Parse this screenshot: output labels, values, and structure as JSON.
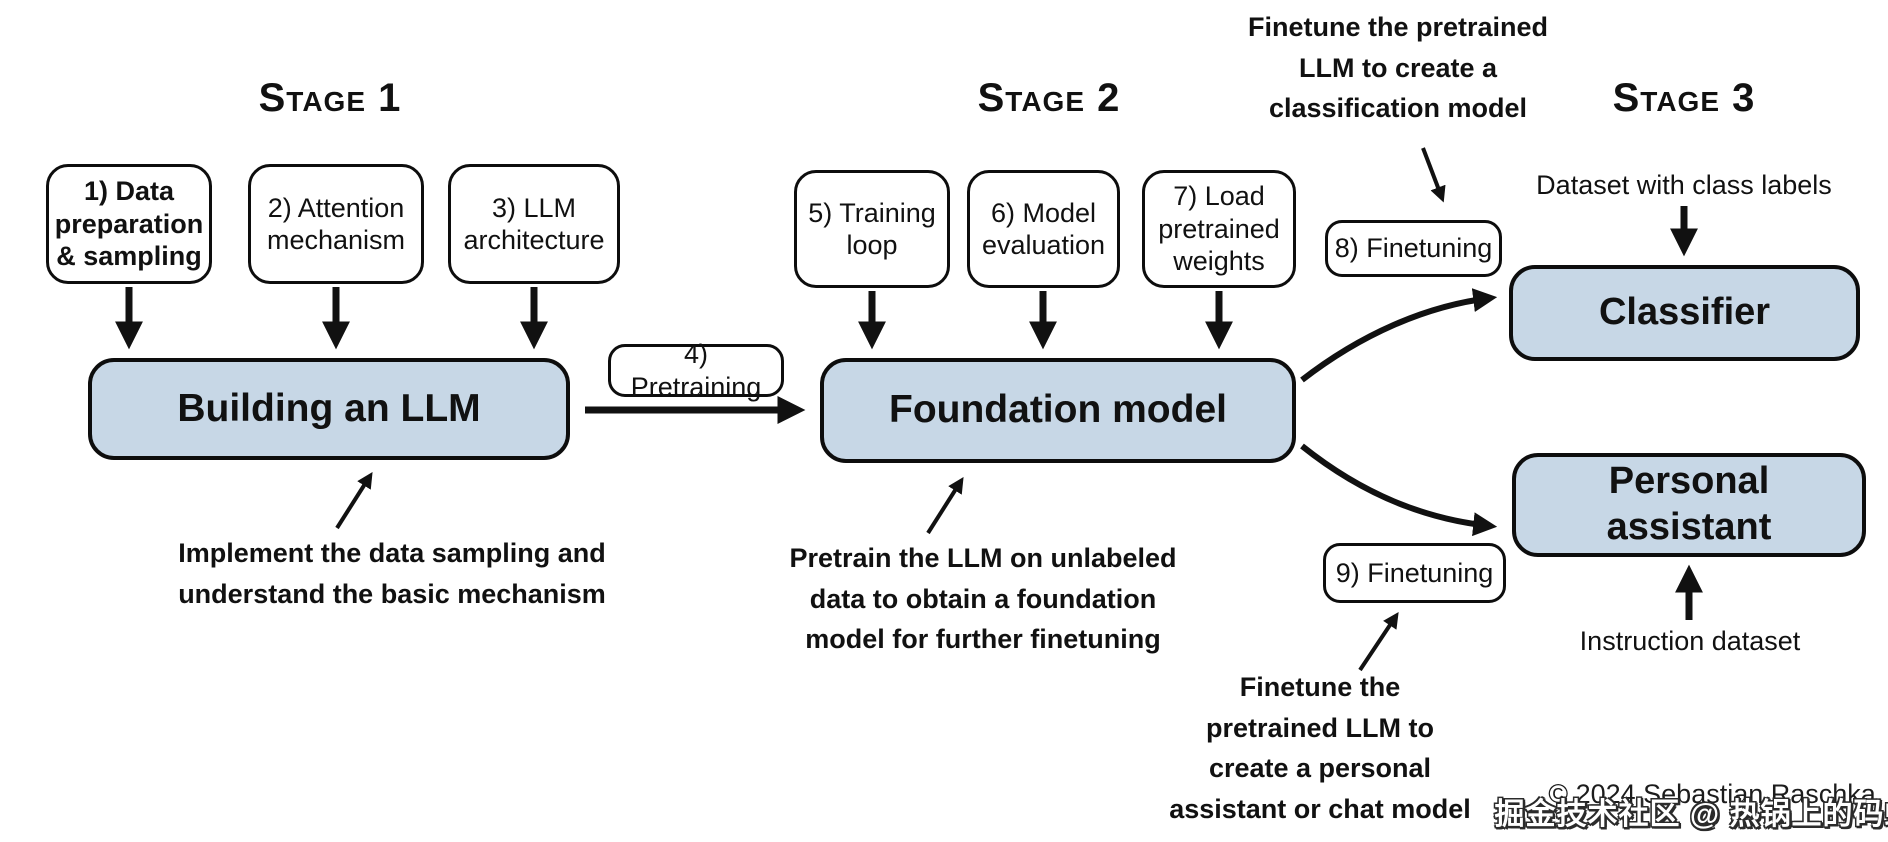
{
  "stage1": {
    "title": "Stage 1",
    "box1": "1) Data\npreparation\n& sampling",
    "box2": "2) Attention\nmechanism",
    "box3": "3) LLM\narchitecture",
    "main_box": "Building an LLM",
    "annotation": "Implement the data sampling and\nunderstand the basic mechanism"
  },
  "pretraining": {
    "box": "4) Pretraining"
  },
  "stage2": {
    "title": "Stage 2",
    "box5": "5) Training\nloop",
    "box6": "6) Model\nevaluation",
    "box7": "7) Load\npretrained\nweights",
    "main_box": "Foundation model",
    "annotation": "Pretrain the LLM on unlabeled\ndata to obtain a foundation\nmodel for further finetuning"
  },
  "stage3": {
    "title": "Stage 3",
    "classifier_annotation": "Finetune the pretrained\nLLM to create a\nclassification model",
    "finetuning8_box": "8) Finetuning",
    "finetuning9_box": "9) Finetuning",
    "dataset_label": "Dataset with class labels",
    "classifier_box": "Classifier",
    "assistant_box": "Personal assistant",
    "instruction_label": "Instruction dataset",
    "assistant_annotation": "Finetune the\npretrained LLM to\ncreate a personal\nassistant or chat model"
  },
  "footer": {
    "copyright": "© 2024 Sebastian Raschka",
    "watermark": "掘金技术社区 @ 热锅上的码蚁"
  },
  "colors": {
    "highlight_fill": "#c7d7e6",
    "line": "#111111"
  }
}
